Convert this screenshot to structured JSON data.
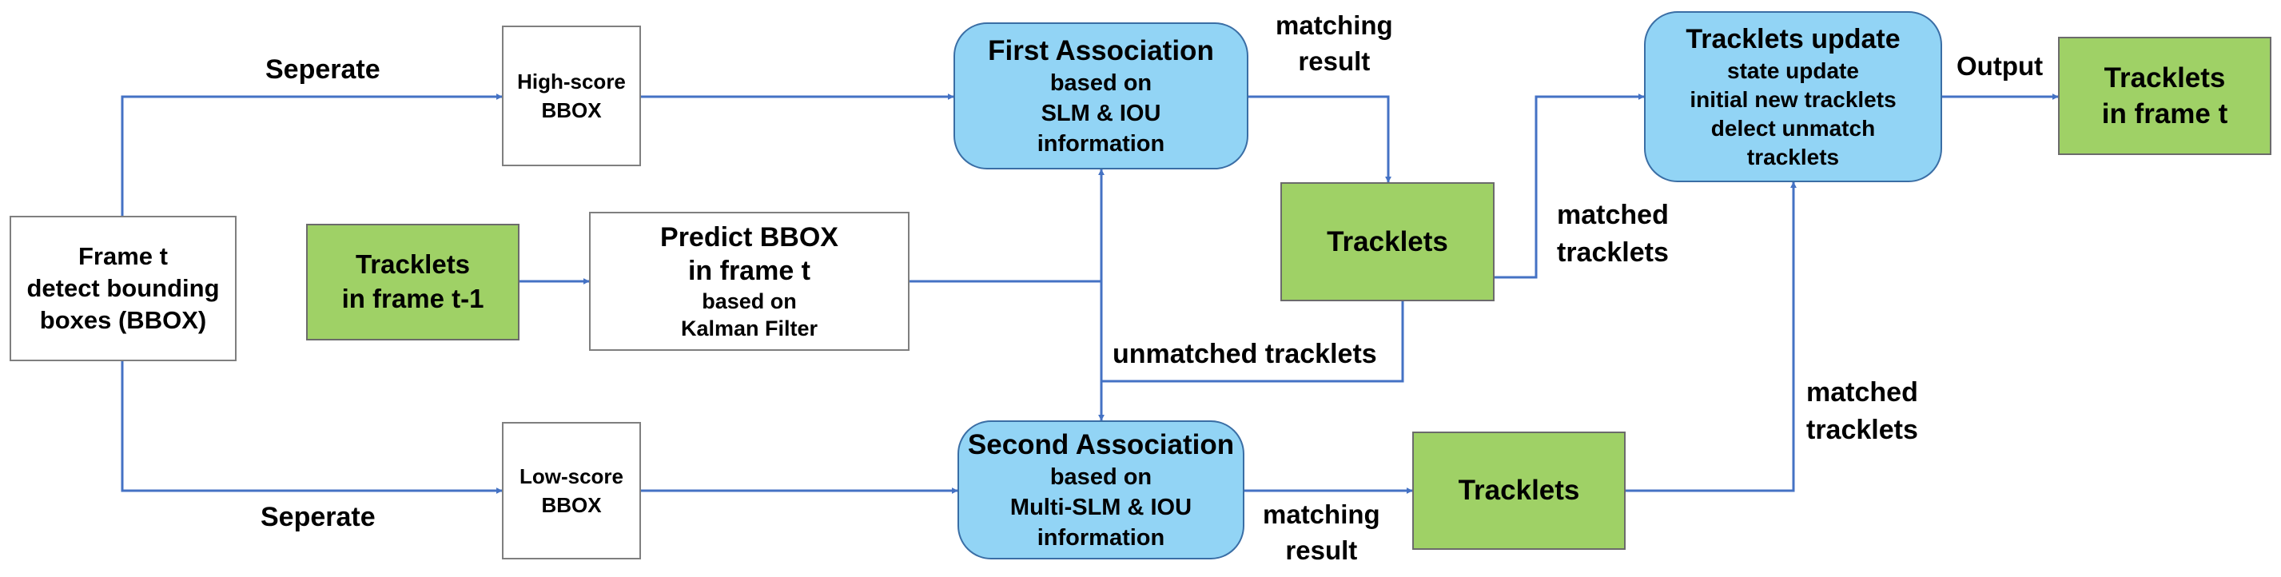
{
  "boxes": {
    "frame_t": [
      "Frame t",
      "detect bounding",
      "boxes (BBOX)"
    ],
    "high_score": [
      "High-score",
      "BBOX"
    ],
    "low_score": [
      "Low-score",
      "BBOX"
    ],
    "tracklets_prev": [
      "Tracklets",
      "in frame t-1"
    ],
    "predict": {
      "title": [
        "Predict BBOX",
        "in frame t"
      ],
      "sub": [
        "based on",
        "Kalman Filter"
      ]
    },
    "first_assoc": {
      "title": "First Association",
      "sub": [
        "based on",
        "SLM & IOU",
        "information"
      ]
    },
    "second_assoc": {
      "title": "Second Association",
      "sub": [
        "based on",
        "Multi-SLM & IOU",
        "information"
      ]
    },
    "tracklets_mid": "Tracklets",
    "tracklets_low": "Tracklets",
    "update": {
      "title": "Tracklets update",
      "sub": [
        "state update",
        "initial new tracklets",
        "delect unmatch",
        "tracklets"
      ]
    },
    "output_box": [
      "Tracklets",
      "in frame t"
    ]
  },
  "labels": {
    "seperate_top": "Seperate",
    "seperate_bottom": "Seperate",
    "matching_result_top": [
      "matching",
      "result"
    ],
    "matching_result_bottom": [
      "matching",
      "result"
    ],
    "matched_tracklets_mid": [
      "matched",
      "tracklets"
    ],
    "matched_tracklets_low": [
      "matched",
      "tracklets"
    ],
    "unmatched_tracklets": "unmatched tracklets",
    "output": "Output"
  },
  "colors": {
    "arrow": "#4472c4",
    "process_fill": "#92d4f5",
    "tracklet_fill": "#9fd166"
  }
}
